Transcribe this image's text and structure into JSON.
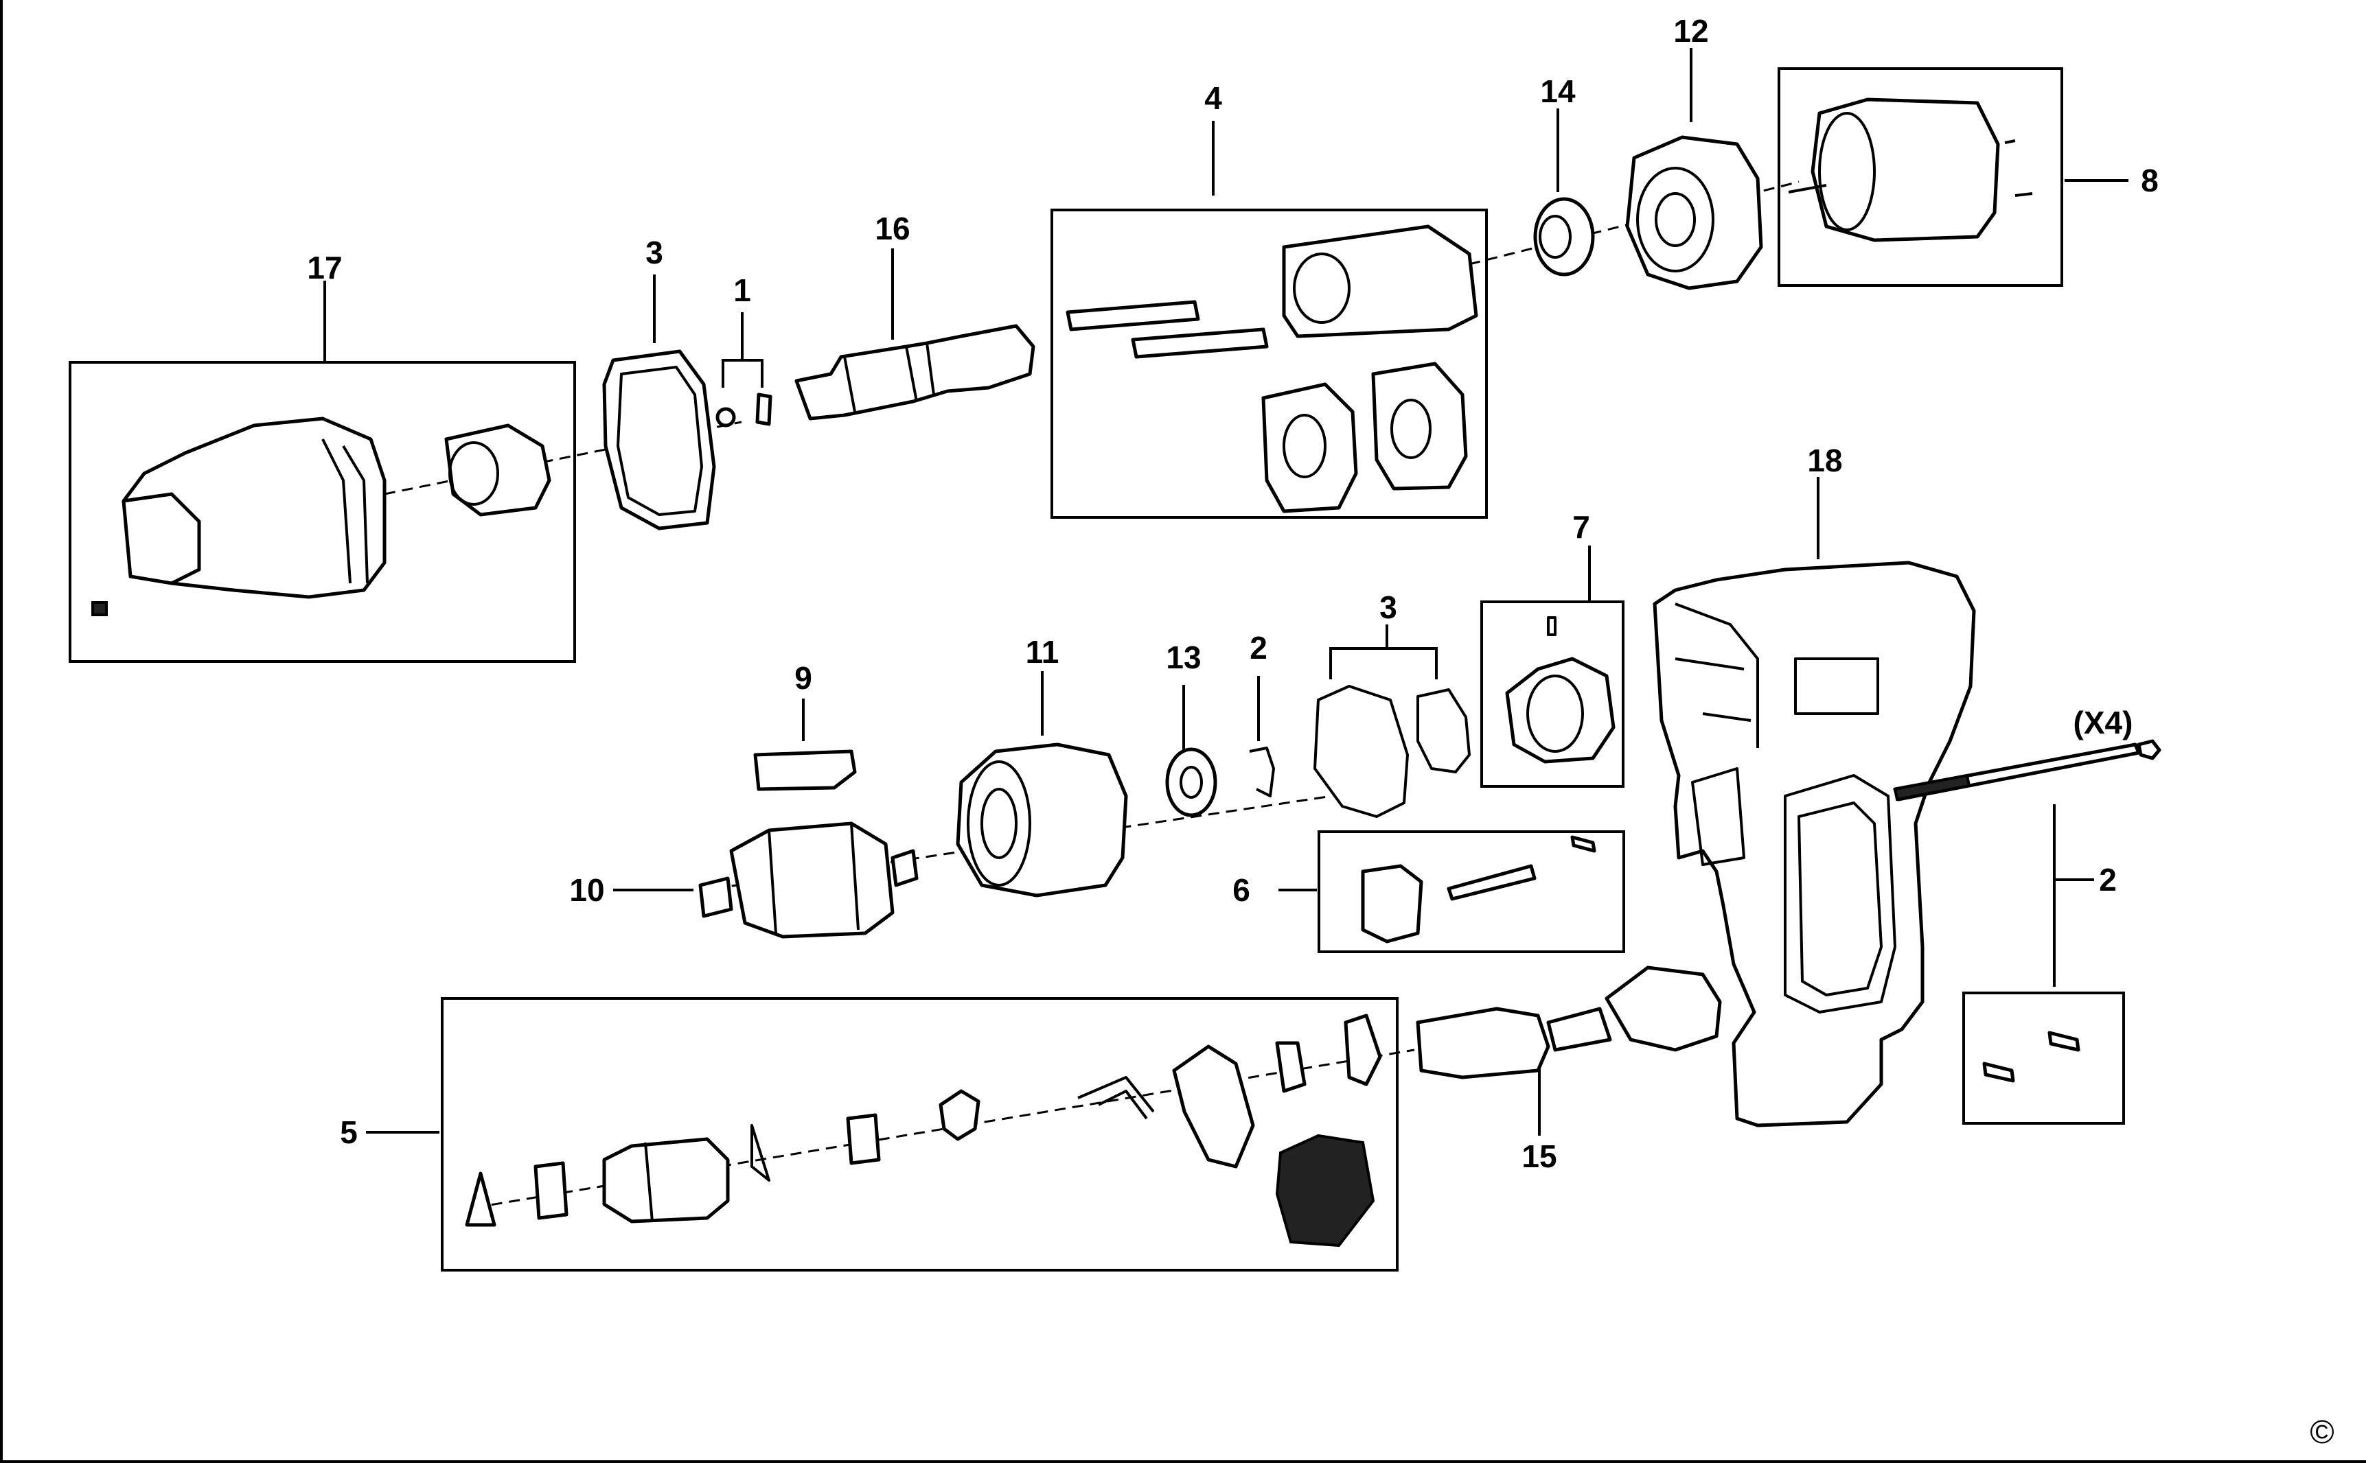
{
  "labels": {
    "l1": "1",
    "l2a": "2",
    "l2b": "2",
    "l3a": "3",
    "l3b": "3",
    "l4": "4",
    "l5": "5",
    "l6": "6",
    "l7": "7",
    "l8": "8",
    "l9": "9",
    "l10": "10",
    "l11": "11",
    "l12": "12",
    "l13": "13",
    "l14": "14",
    "l15": "15",
    "l16": "16",
    "l17": "17",
    "l18": "18",
    "x4": "(X4)"
  },
  "copyright": "©"
}
